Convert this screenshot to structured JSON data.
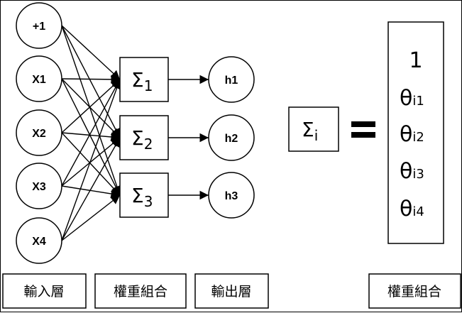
{
  "inputs": [
    "+1",
    "X1",
    "X2",
    "X3",
    "X4"
  ],
  "sums": [
    {
      "symbol": "Σ",
      "sub": "1"
    },
    {
      "symbol": "Σ",
      "sub": "2"
    },
    {
      "symbol": "Σ",
      "sub": "3"
    }
  ],
  "outputs": [
    "h1",
    "h2",
    "h3"
  ],
  "equation": {
    "sum_symbol": "Σ",
    "sum_sub": "i",
    "equals": "=",
    "vector": [
      {
        "main": "1",
        "sub": ""
      },
      {
        "main": "θ",
        "sub": "i1"
      },
      {
        "main": "θ",
        "sub": "i2"
      },
      {
        "main": "θ",
        "sub": "i3"
      },
      {
        "main": "θ",
        "sub": "i4"
      }
    ]
  },
  "labels": {
    "input_layer": "輸入層",
    "weight_combo": "權重組合",
    "output_layer": "輸出層",
    "weight_combo_right": "權重組合"
  }
}
